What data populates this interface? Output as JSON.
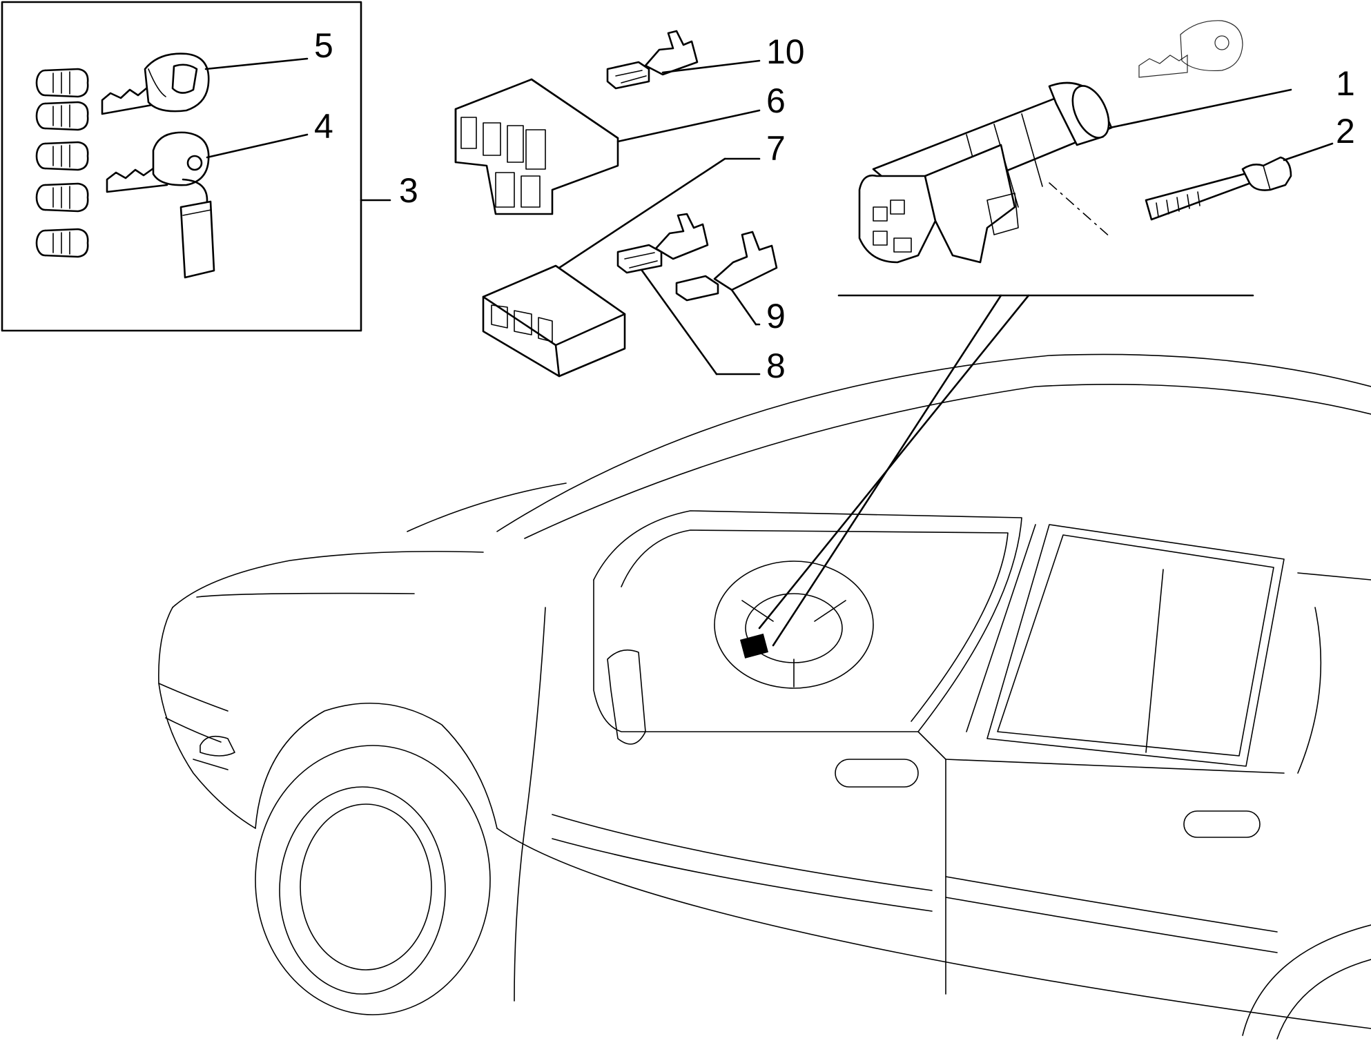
{
  "callouts": {
    "c1": "1",
    "c2": "2",
    "c3": "3",
    "c4": "4",
    "c5": "5",
    "c6": "6",
    "c7": "7",
    "c8": "8",
    "c9": "9",
    "c10": "10"
  },
  "parts": {
    "p1": "ignition-lock-cylinder-housing",
    "p2": "shear-bolt",
    "p3": "lock-and-key-kit",
    "p4": "key-with-tag",
    "p5": "key",
    "p6": "connector-block-large",
    "p7": "connector-block-small",
    "p8": "double-terminal",
    "p9": "single-terminal",
    "p10": "double-terminal-upper"
  }
}
